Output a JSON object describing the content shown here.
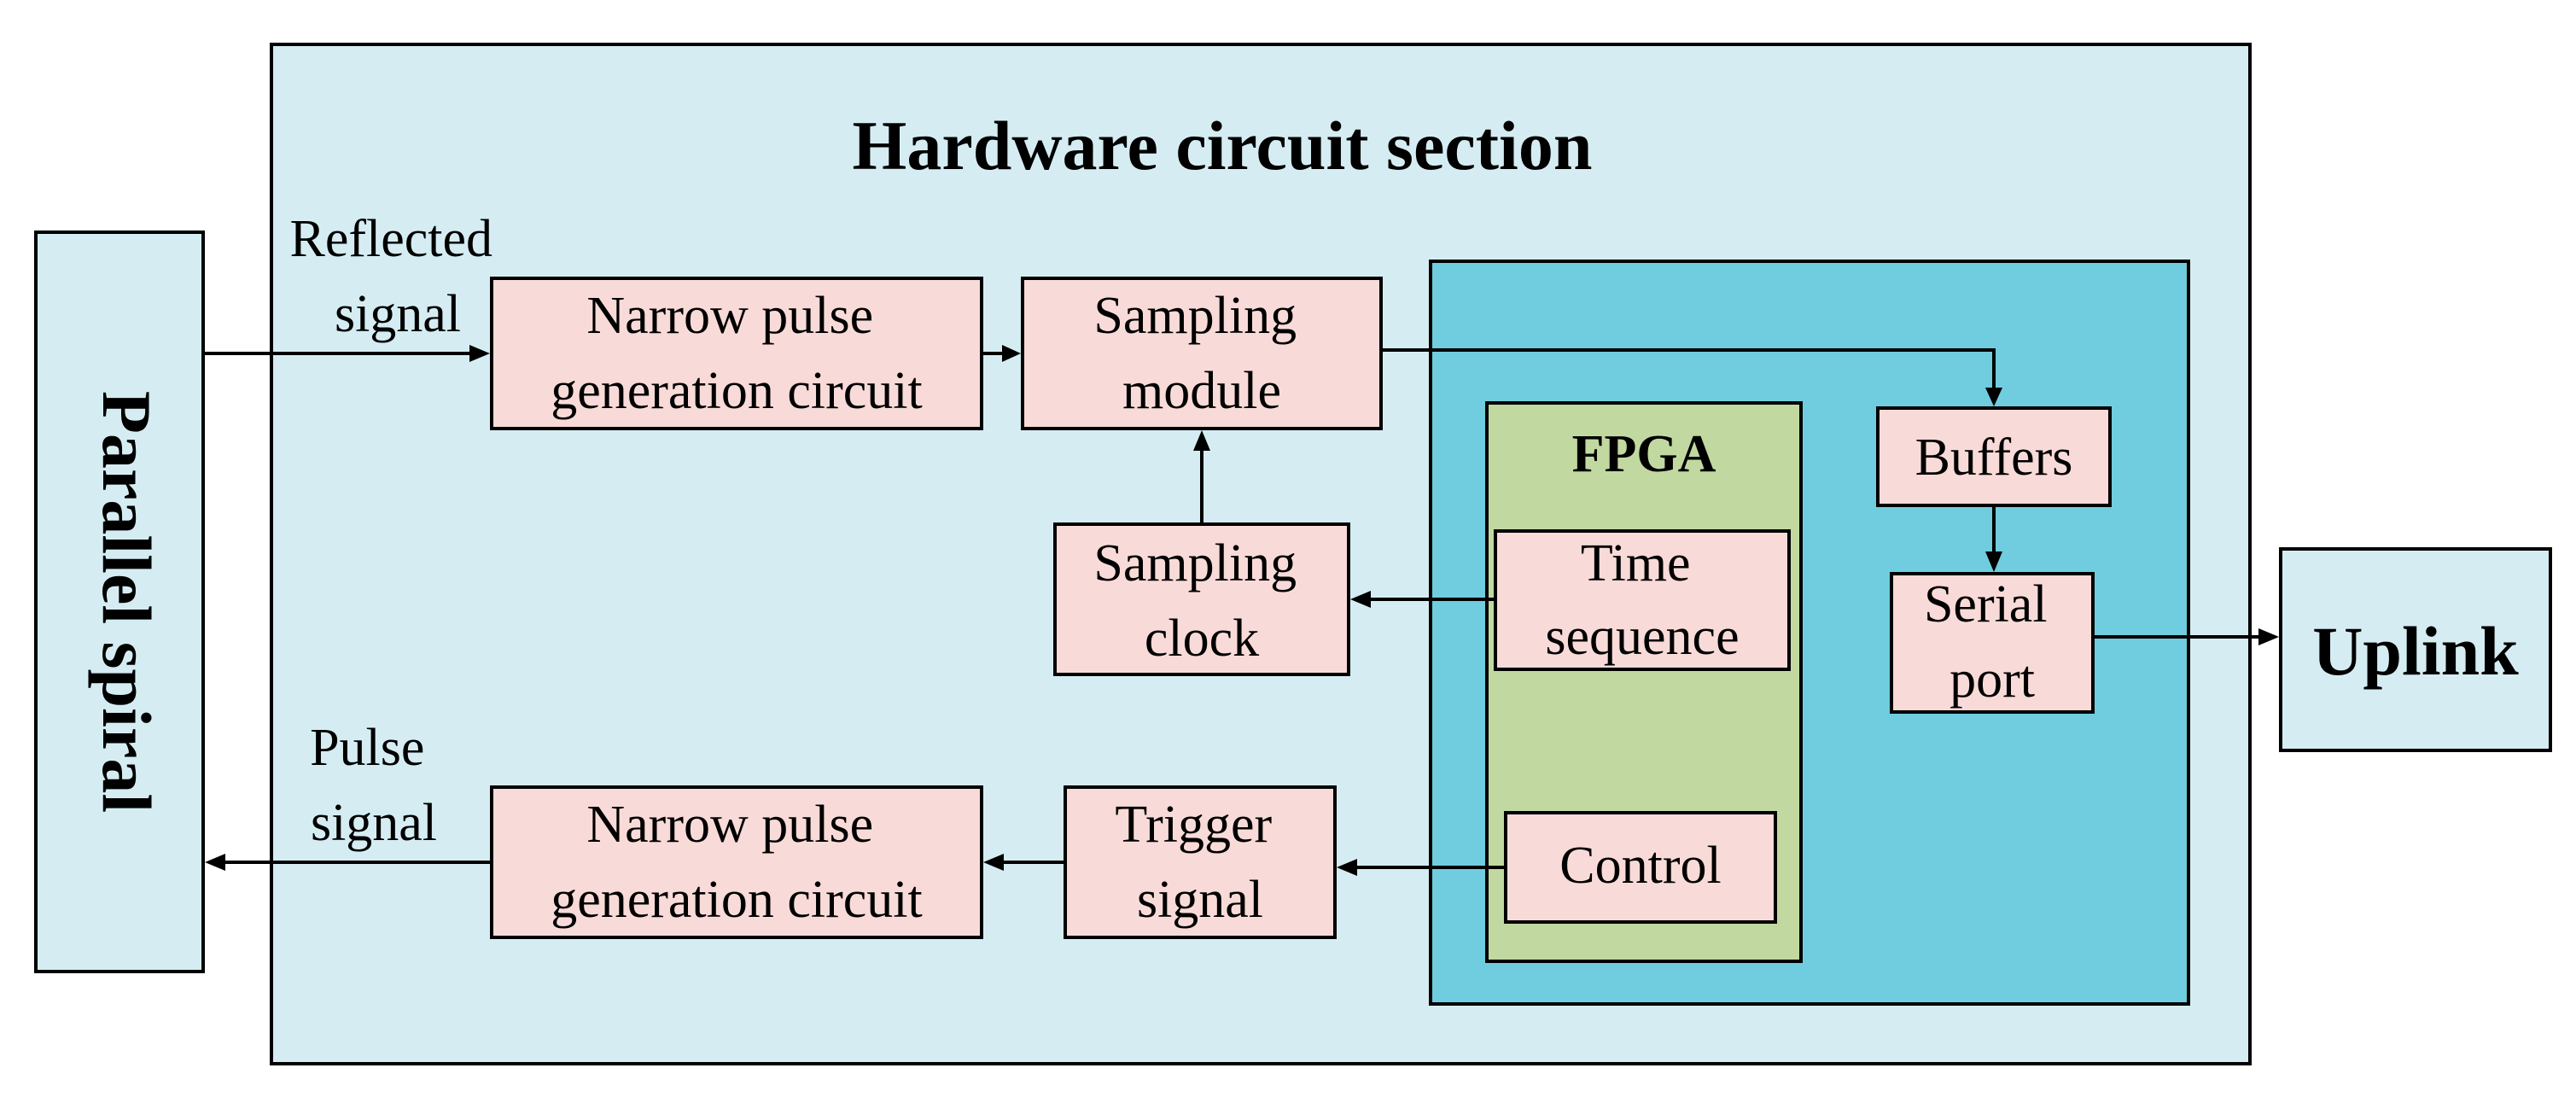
{
  "colors": {
    "section_bg": "#d5edf2",
    "fpga_area_bg": "#6fcddf",
    "fpga_bg": "#c1d9a0",
    "block_bg": "#f8dbd8",
    "side_bg": "#d5edf2"
  },
  "diagram": {
    "section_title": "Hardware circuit section",
    "left_block": "Parallel spiral",
    "right_block": "Uplink",
    "fpga_label": "FPGA",
    "reflected_signal": [
      "Reflected",
      "signal"
    ],
    "pulse_signal": [
      "Pulse",
      "signal"
    ],
    "narrow_pulse_top": [
      "Narrow pulse",
      "generation circuit"
    ],
    "sampling_module": [
      "Sampling",
      "module"
    ],
    "sampling_clock": [
      "Sampling",
      "clock"
    ],
    "time_sequence": [
      "Time",
      "sequence"
    ],
    "buffers": "Buffers",
    "serial_port": [
      "Serial",
      "port"
    ],
    "narrow_pulse_bottom": [
      "Narrow pulse",
      "generation circuit"
    ],
    "trigger_signal": [
      "Trigger",
      "signal"
    ],
    "control": "Control"
  }
}
